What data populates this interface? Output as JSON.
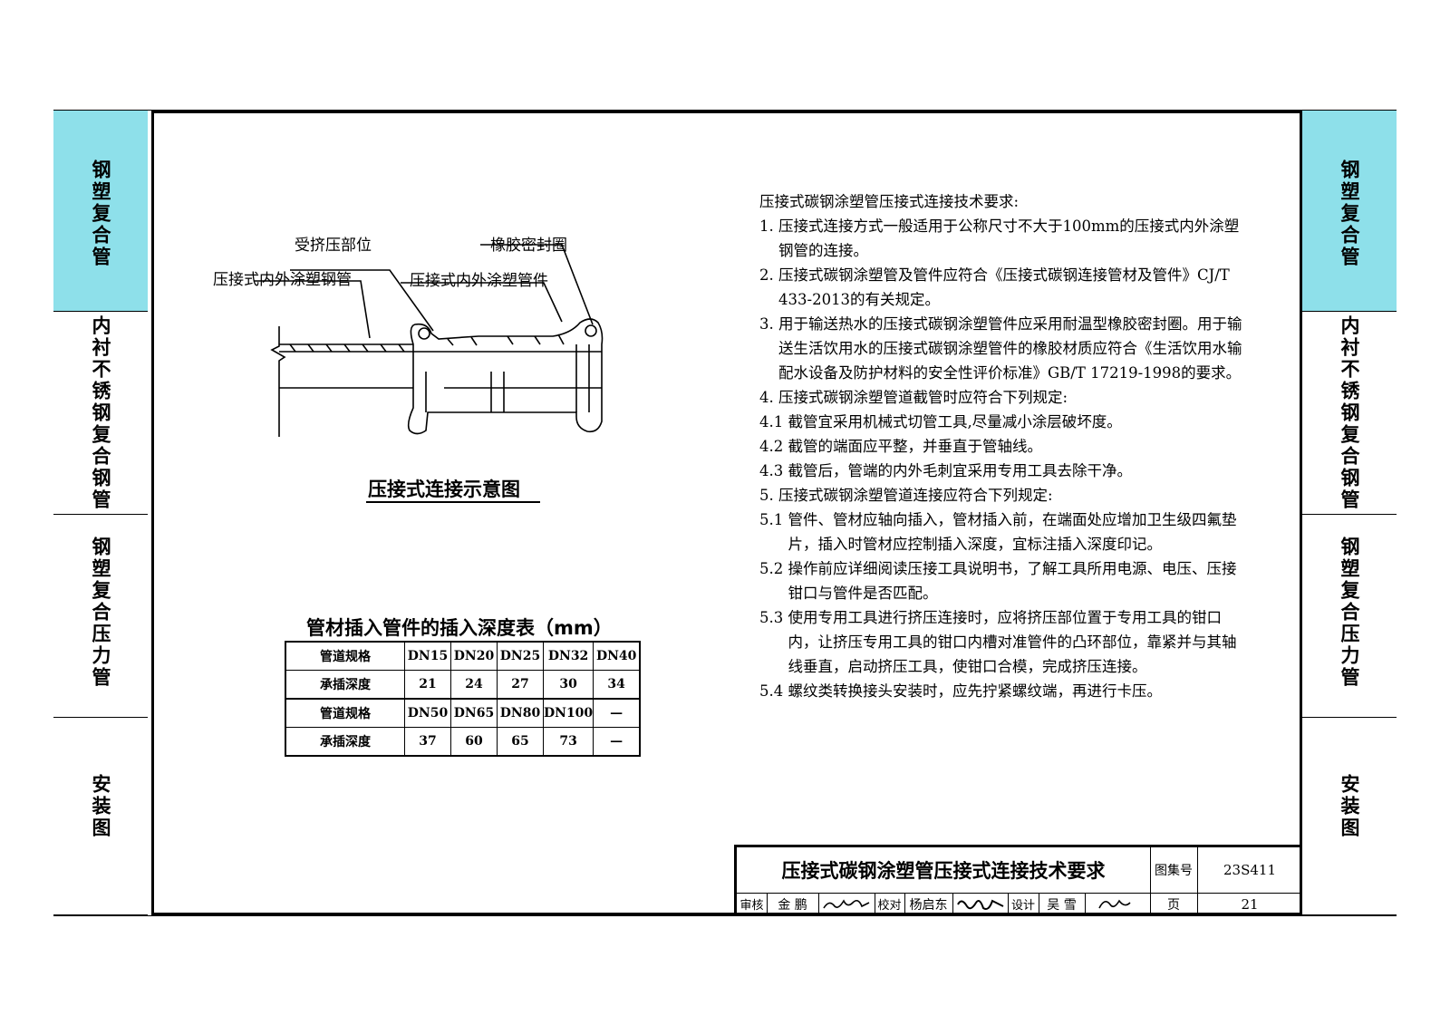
{
  "side_tabs": {
    "left": [
      "钢塑复合管",
      "内衬不锈钢复合钢管",
      "钢塑复合压力管",
      "安装图"
    ],
    "right": [
      "钢塑复合管",
      "内衬不锈钢复合钢管",
      "钢塑复合压力管",
      "安装图"
    ],
    "active_index": 0,
    "active_color": "#8ee0ea"
  },
  "diagram": {
    "title": "压接式连接示意图",
    "labels": {
      "pressed_part": "受挤压部位",
      "rubber_ring": "橡胶密封圈",
      "pipe": "压接式内外涂塑钢管",
      "fitting": "压接式内外涂塑管件"
    }
  },
  "depth_table": {
    "title": "管材插入管件的插入深度表（mm）",
    "rows": [
      [
        "管道规格",
        "DN15",
        "DN20",
        "DN25",
        "DN32",
        "DN40"
      ],
      [
        "承插深度",
        "21",
        "24",
        "27",
        "30",
        "34"
      ],
      [
        "管道规格",
        "DN50",
        "DN65",
        "DN80",
        "DN100",
        "—"
      ],
      [
        "承插深度",
        "37",
        "60",
        "65",
        "73",
        "—"
      ]
    ]
  },
  "requirements": {
    "heading": "压接式碳钢涂塑管压接式连接技术要求:",
    "items": [
      {
        "num": "1. ",
        "text": "压接式连接方式一般适用于公称尺寸不大于100mm的压接式内外涂塑钢管的连接。"
      },
      {
        "num": "2. ",
        "text": "压接式碳钢涂塑管及管件应符合《压接式碳钢连接管材及管件》CJ/T 433-2013的有关规定。"
      },
      {
        "num": "3. ",
        "text": "用于输送热水的压接式碳钢涂塑管件应采用耐温型橡胶密封圈。用于输送生活饮用水的压接式碳钢涂塑管件的橡胶材质应符合《生活饮用水输配水设备及防护材料的安全性评价标准》GB/T 17219-1998的要求。"
      },
      {
        "num": "4. ",
        "text": "压接式碳钢涂塑管道截管时应符合下列规定:"
      },
      {
        "num": "4.1 ",
        "text": "截管宜采用机械式切管工具,尽量减小涂层破坏度。"
      },
      {
        "num": "4.2 ",
        "text": "截管的端面应平整，并垂直于管轴线。"
      },
      {
        "num": "4.3 ",
        "text": "截管后，管端的内外毛刺宜采用专用工具去除干净。"
      },
      {
        "num": "5. ",
        "text": "压接式碳钢涂塑管道连接应符合下列规定:"
      },
      {
        "num": "5.1 ",
        "text": "管件、管材应轴向插入，管材插入前，在端面处应增加卫生级四氟垫片，插入时管材应控制插入深度，宜标注插入深度印记。"
      },
      {
        "num": "5.2 ",
        "text": "操作前应详细阅读压接工具说明书，了解工具所用电源、电压、压接钳口与管件是否匹配。"
      },
      {
        "num": "5.3 ",
        "text": "使用专用工具进行挤压连接时，应将挤压部位置于专用工具的钳口内，让挤压专用工具的钳口内槽对准管件的凸环部位，靠紧并与其轴线垂直，启动挤压工具，使钳口合模，完成挤压连接。"
      },
      {
        "num": "5.4 ",
        "text": "螺纹类转换接头安装时，应先拧紧螺纹端，再进行卡压。"
      }
    ]
  },
  "title_block": {
    "title": "压接式碳钢涂塑管压接式连接技术要求",
    "atlas_label": "图集号",
    "atlas_no": "23S411",
    "page_label": "页",
    "page_no": "21",
    "review_label": "审核",
    "review_name": "金 鹏",
    "check_label": "校对",
    "check_name": "杨启东",
    "design_label": "设计",
    "design_name": "吴 雪"
  }
}
